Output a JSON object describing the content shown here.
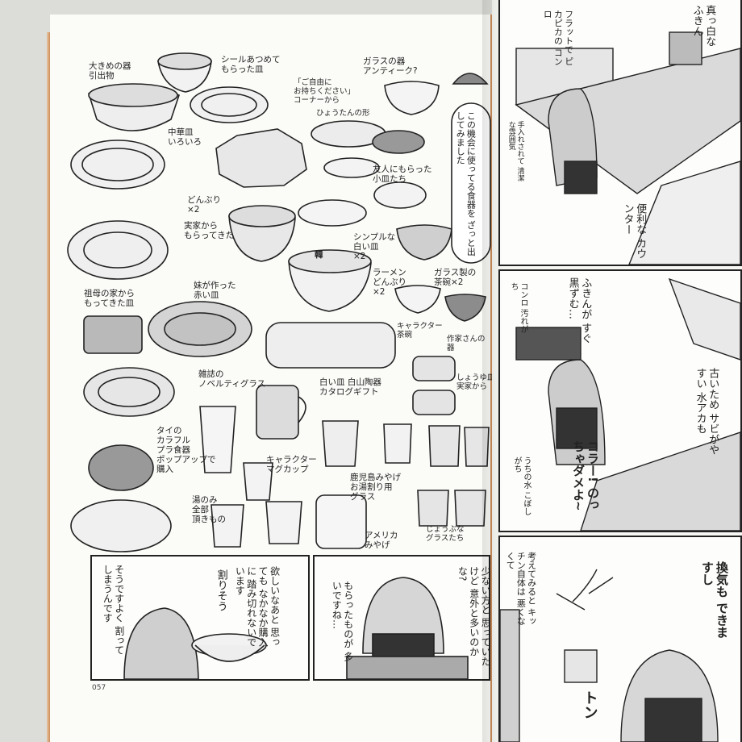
{
  "left_page": {
    "page_number": "057",
    "captions": {
      "big_bowl": "大きめの器\n引出物",
      "seal_plate": "シールあつめて\nもらった皿",
      "glass_bowl": "ガラスの器\nアンティーク?",
      "free_corner": "「ご自由に\nお持ちください」\nコーナーから",
      "gourd_shape": "ひょうたんの形",
      "chinese_plates": "中華皿\nいろいろ",
      "friend_small_plates": "友人にもらった\n小皿たち",
      "donburi": "どんぶり\n×2",
      "from_parents": "実家から\nもらってきた",
      "simple_white_plate": "シンプルな\n白い皿\n×2",
      "ramen_bowl": "ラーメン\nどんぶり\n×2",
      "glass_teabowl": "ガラス製の\n茶碗×2",
      "grandma_plate": "祖母の家から\nもってきた皿",
      "sister_plate": "妹が作った\n赤い皿",
      "character_teabowl": "キャラクター\n茶碗",
      "artist_bowl": "作家さんの\n器",
      "magazine_glass": "雑誌の\nノベルティグラス",
      "hakusan": "白い皿 白山陶器\nカタログギフト",
      "soy_plate": "しょうゆ皿\n実家から",
      "thai_plastic": "タイの\nカラフル\nプラ食器\nポップアップで\n購入",
      "character_mug": "キャラクター\nマグカップ",
      "kagoshima": "鹿児島みやげ\nお湯割り用\nグラス",
      "yunomi": "湯のみ\n全部\n頂きもの",
      "america": "アメリカ\nみやげ",
      "sturdy_glass": "じょうぶな\nグラスたち",
      "cup_mark": "韓",
      "intro_vertical": "この機会に使ってる食器を\nざっと出してみました"
    },
    "panels": {
      "p1_text": "欲しいなあと\n思っても\nなかなか購入に\n踏み切れないで\nいます",
      "p1_bubble": "割りそう",
      "p1_text2": "そうですよく\n割ってしまうんです",
      "p2_text": "少ない方と\n思っていたけど\n意外と多いのかな?",
      "p2_bubble": "もらったものが\n多いですね…"
    }
  },
  "right_page": {
    "top": {
      "b1": "フラットで\nピカピカの\nコンロ",
      "b2": "真っ白な\nふきん",
      "b3": "手入れされて\n清潔な雰囲気",
      "b4": "便利な\nカウンター"
    },
    "middle": {
      "b1": "コンロ\n汚れがち",
      "b2": "ふきんが\nすぐ\n黒ずむ…",
      "b3": "古いため\nサビがやすい\n水アカも",
      "b4": "コラー!\nのっちゃダメよ~",
      "b5": "うちの水\nこぼしがち"
    },
    "bottom": {
      "b1": "考えてみると\nキッチン自体は\n悪くなくて",
      "b2": "換気も\nできますし",
      "sfx": "トン"
    }
  },
  "colors": {
    "ink": "#222222",
    "paper": "#fbfbf8",
    "edge": "#c77f47"
  }
}
